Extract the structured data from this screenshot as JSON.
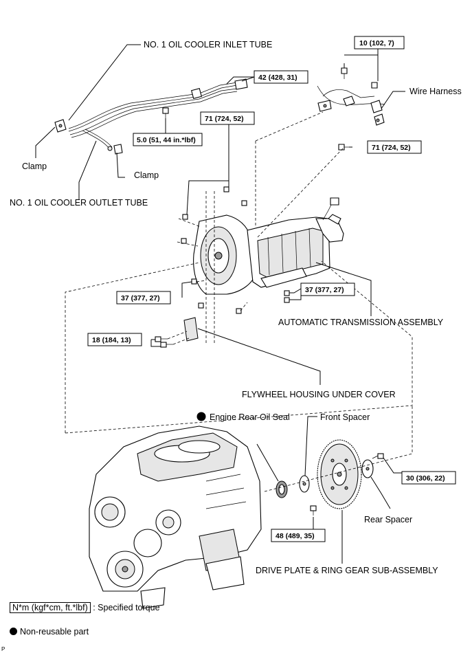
{
  "labels": {
    "inlet_tube": "NO. 1 OIL COOLER INLET TUBE",
    "outlet_tube": "NO. 1 OIL COOLER OUTLET TUBE",
    "clamp_left": "Clamp",
    "clamp_right": "Clamp",
    "wire_harness": "Wire Harness",
    "transmission": "AUTOMATIC TRANSMISSION ASSEMBLY",
    "under_cover": "FLYWHEEL HOUSING UNDER COVER",
    "rear_oil_seal": "Engine Rear Oil Seal",
    "front_spacer": "Front Spacer",
    "rear_spacer": "Rear Spacer",
    "drive_plate": "DRIVE PLATE & RING GEAR SUB-ASSEMBLY"
  },
  "torque": {
    "t10": "10 (102, 7)",
    "t42": "42 (428, 31)",
    "t71a": "71 (724, 52)",
    "t5": "5.0 (51, 44 in.*lbf)",
    "t71b": "71 (724, 52)",
    "t37a": "37 (377, 27)",
    "t37b": "37 (377, 27)",
    "t18": "18 (184, 13)",
    "t30": "30 (306, 22)",
    "t48": "48 (489, 35)"
  },
  "legend": {
    "torque_unit": "N*m (kgf*cm, ft.*lbf)",
    "torque_desc": ": Specified torque",
    "nonreusable": "Non-reusable part"
  },
  "footer_code": "P"
}
